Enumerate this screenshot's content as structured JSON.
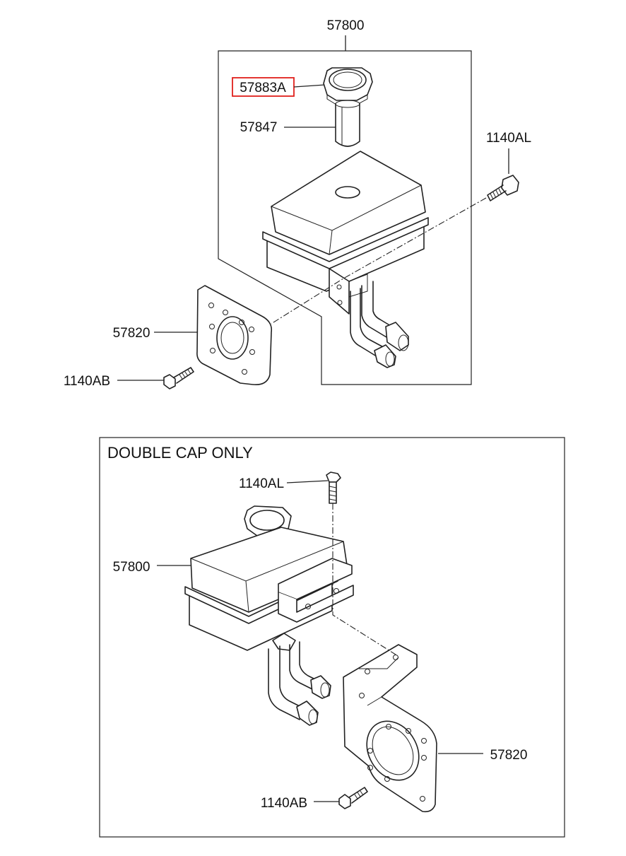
{
  "top_assembly": {
    "part_57800": "57800",
    "part_57883A": "57883A",
    "part_57847": "57847",
    "part_1140AL": "1140AL",
    "part_57820": "57820",
    "part_1140AB": "1140AB",
    "highlighted_part": "57883A",
    "highlight_color": "#e0201c"
  },
  "variant_box": {
    "title": "DOUBLE CAP ONLY",
    "part_1140AL": "1140AL",
    "part_57800": "57800",
    "part_57820": "57820",
    "part_1140AB": "1140AB"
  }
}
